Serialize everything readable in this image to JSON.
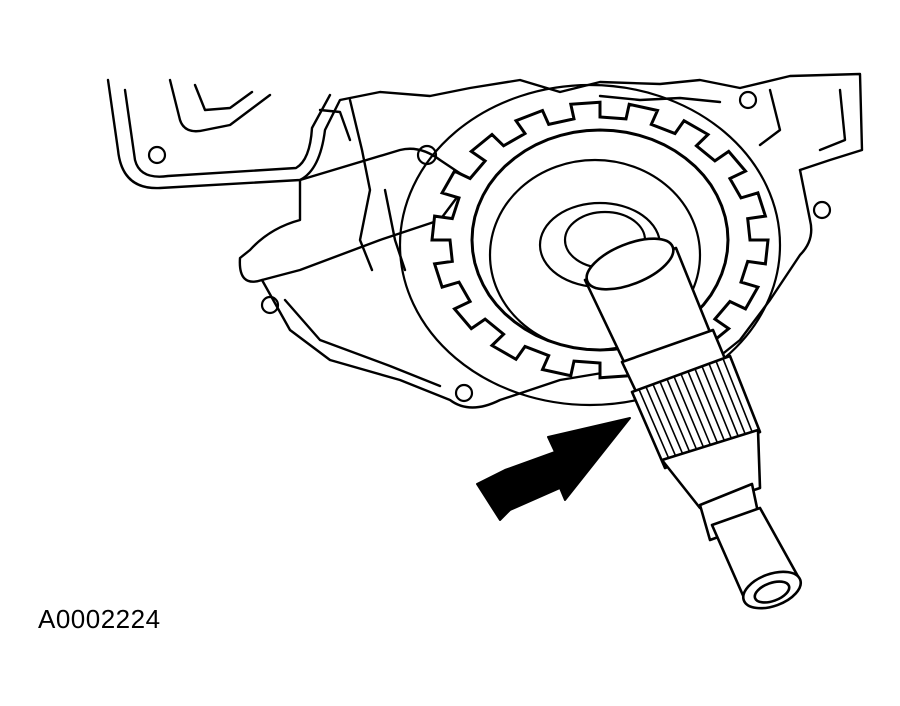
{
  "figure": {
    "id_label": "A0002224",
    "line_color": "#000000",
    "background_color": "#ffffff"
  },
  "icons": {
    "arrow": "pointer-arrow-icon",
    "shaft": "input-shaft-illustration",
    "housing": "transmission-housing-illustration"
  }
}
